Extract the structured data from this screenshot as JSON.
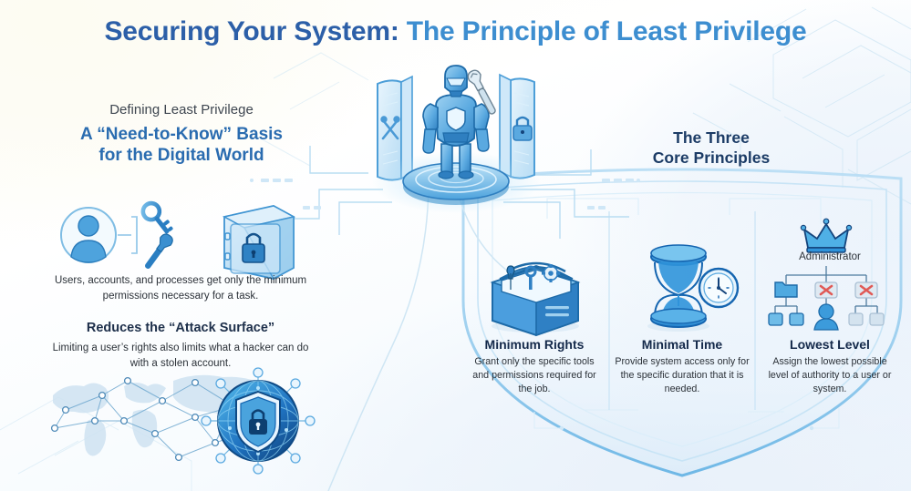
{
  "title": {
    "part_dark": "Securing Your System:",
    "part_light": "The Principle of Least Privilege"
  },
  "left": {
    "eyebrow": "Defining Least Privilege",
    "heading_line1": "A “Need-to-Know” Basis",
    "heading_line2": "for the Digital World",
    "body_1": "Users, accounts, and processes get only the minimum permissions necessary for a task.",
    "sub_heading": "Reduces the “Attack Surface”",
    "body_2": "Limiting a user’s rights also limits what a hacker can do with a stolen account.",
    "icons": {
      "user_avatar": "user-avatar-icon",
      "key": "key-icon",
      "wrench": "wrench-icon",
      "safe": "safe-vault-icon",
      "world_map": "world-map-network-icon",
      "globe_shield": "globe-shield-lock-icon"
    }
  },
  "center": {
    "icons": {
      "robot": "armored-robot-icon",
      "left_panel": "tools-panel-icon",
      "right_panel": "lock-panel-icon",
      "platform": "circular-platform-icon"
    }
  },
  "right": {
    "heading_line1": "The Three",
    "heading_line2": "Core Principles",
    "admin_label": "Administrator",
    "principles": [
      {
        "title": "Minimum Rights",
        "desc": "Grant only the specific tools and permissions required for the job.",
        "icon": "toolbox-icon"
      },
      {
        "title": "Minimal Time",
        "desc": "Provide system access only for the specific duration that it is needed.",
        "icon": "hourglass-clock-icon"
      },
      {
        "title": "Lowest Level",
        "desc": "Assign the lowest possible level of authority to a user or system.",
        "icon": "org-hierarchy-crown-icon"
      }
    ]
  },
  "colors": {
    "title_dark": "#2c5fa8",
    "title_light": "#3d8ed0",
    "heading_blue": "#2a6cb0",
    "navy": "#14294a",
    "body_text": "#2b3138",
    "accent_blue": "#3d9be0",
    "deep_blue": "#1565b0",
    "denied_red": "#e05a56",
    "shield_outline": "#a8d4ef"
  }
}
